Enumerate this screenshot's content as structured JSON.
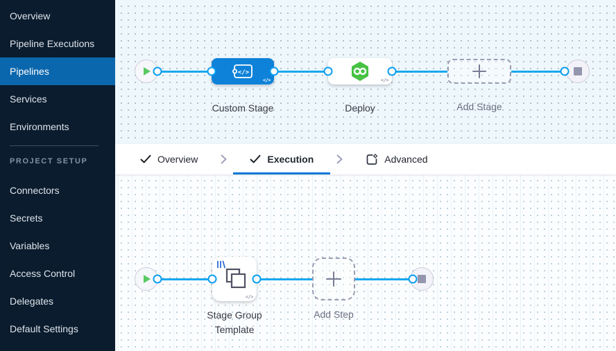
{
  "colors": {
    "accent": "#0278d5",
    "sidebar_bg": "#0a1c2e",
    "sidebar_selected_bg": "#0b67ad",
    "link_line": "#18a8f0",
    "cd_green": "#47c244",
    "canvas_top_bg": "#eef7fc",
    "canvas_bottom_bg": "#fbfdfe"
  },
  "sidebar": {
    "items": [
      {
        "label": "Overview"
      },
      {
        "label": "Pipeline Executions"
      },
      {
        "label": "Pipelines"
      },
      {
        "label": "Services"
      },
      {
        "label": "Environments"
      }
    ],
    "section_title": "PROJECT SETUP",
    "setup_items": [
      {
        "label": "Connectors"
      },
      {
        "label": "Secrets"
      },
      {
        "label": "Variables"
      },
      {
        "label": "Access Control"
      },
      {
        "label": "Delegates"
      },
      {
        "label": "Default Settings"
      }
    ]
  },
  "stage_graph": {
    "custom_stage_label": "Custom Stage",
    "deploy_label": "Deploy",
    "add_stage_label": "Add Stage",
    "code_badge": "</>"
  },
  "tabs": {
    "overview_label": "Overview",
    "execution_label": "Execution",
    "advanced_label": "Advanced"
  },
  "execution_graph": {
    "stage_group_label_line1": "Stage Group",
    "stage_group_label_line2": "Template",
    "add_step_label": "Add Step",
    "code_badge": "</>"
  }
}
